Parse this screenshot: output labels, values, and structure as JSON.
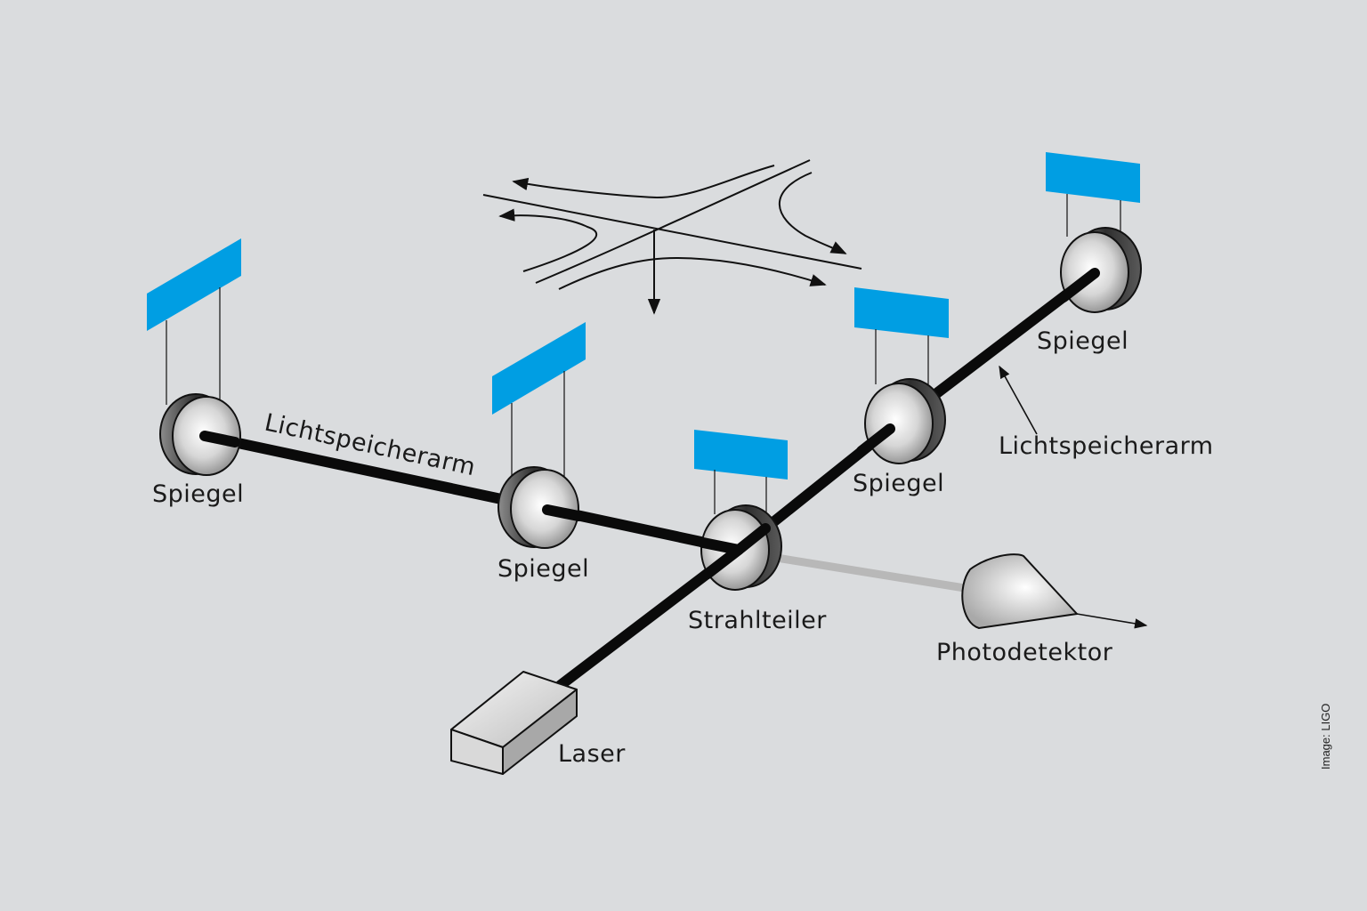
{
  "labels": {
    "mirror_left_far": "Spiegel",
    "mirror_left_near": "Spiegel",
    "mirror_right_near": "Spiegel",
    "mirror_right_far": "Spiegel",
    "beam_splitter": "Strahlteiler",
    "photodetector": "Photodetektor",
    "laser": "Laser",
    "arm_left": "Lichtspeicherarm",
    "arm_right": "Lichtspeicherarm"
  },
  "credit": "Image: LIGO",
  "colors": {
    "background": "#dadcde",
    "suspension_block": "#009ee3",
    "beam": "#0a0a0a",
    "output_beam": "#b8b8b8"
  }
}
